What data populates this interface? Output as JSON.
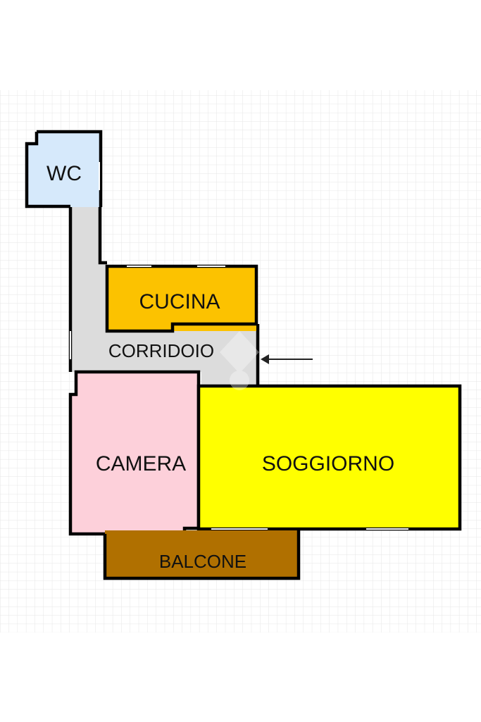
{
  "rooms": {
    "wc": {
      "label": "WC",
      "color": "#d6e9fb"
    },
    "cucina": {
      "label": "CUCINA",
      "color": "#fcc200"
    },
    "corridoio": {
      "label": "CORRIDOIO",
      "color": "#dcdcdc"
    },
    "camera": {
      "label": "CAMERA",
      "color": "#fdd0da"
    },
    "soggiorno": {
      "label": "SOGGIORNO",
      "color": "#ffff00"
    },
    "balcone": {
      "label": "BALCONE",
      "color": "#b07000"
    }
  },
  "entrance_arrow": {
    "icon": "left-arrow-icon",
    "color": "#222222"
  },
  "grid": {
    "color": "#e6e6e6"
  }
}
